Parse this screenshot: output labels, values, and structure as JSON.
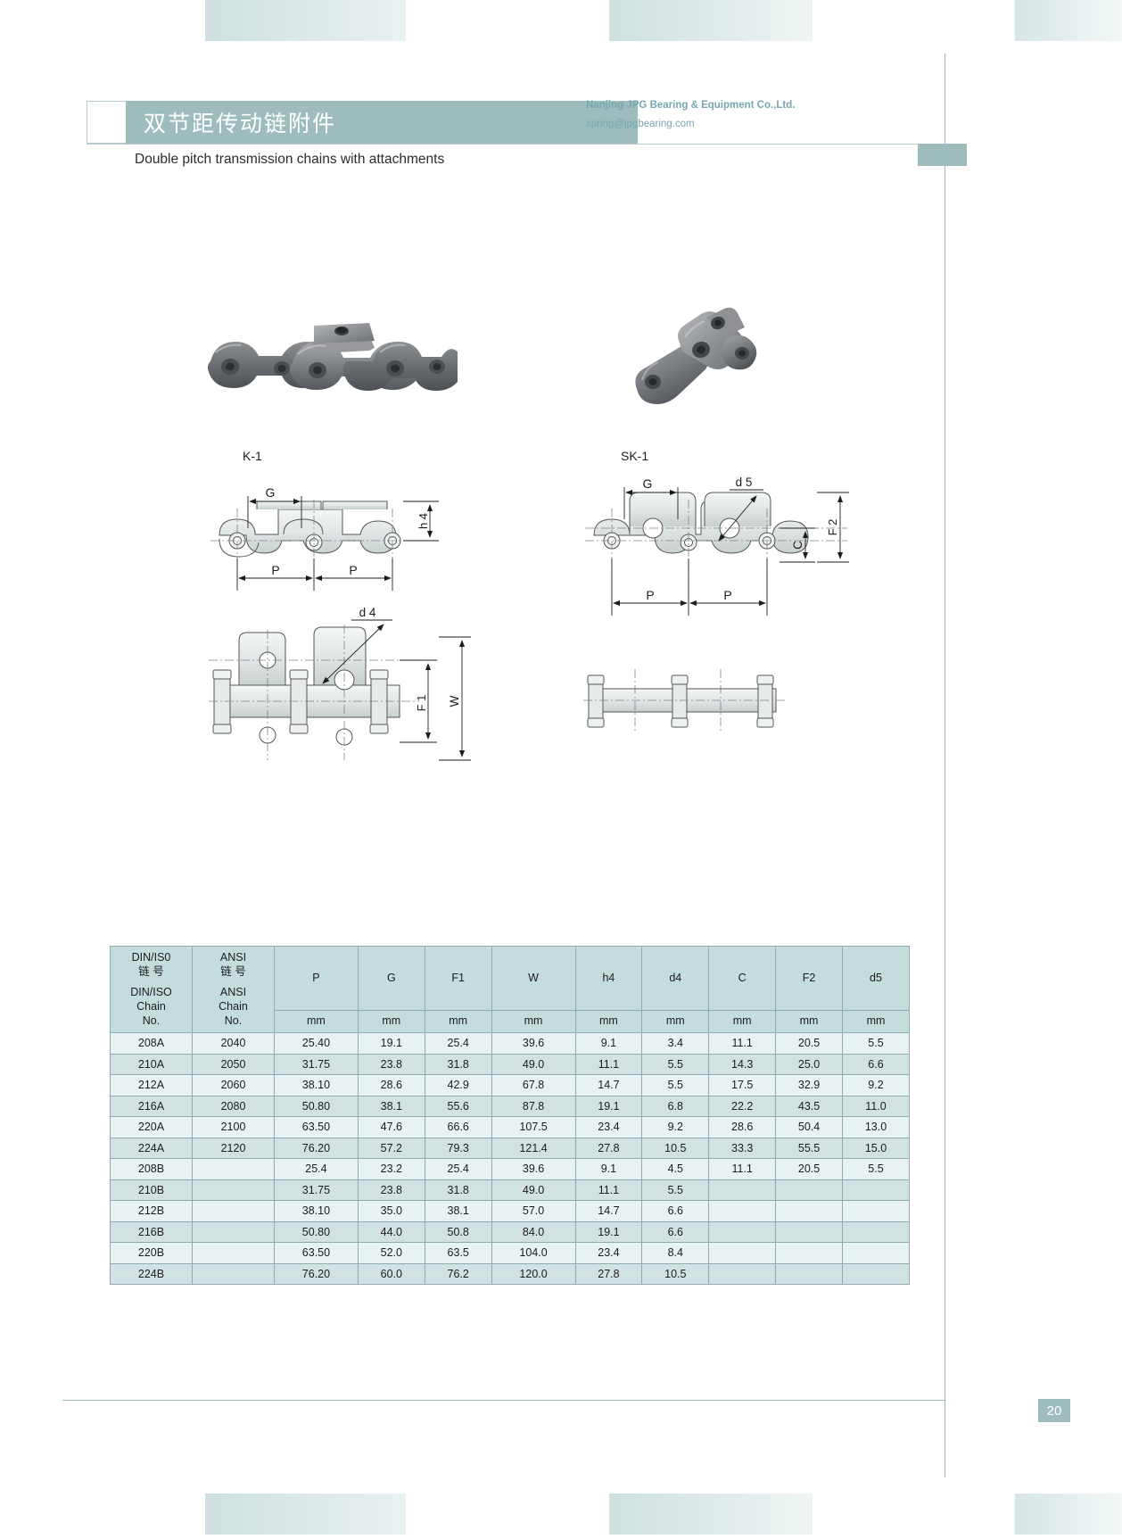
{
  "header": {
    "title_cn": "双节距传动链附件",
    "title_en": "Double pitch transmission chains with attachments",
    "company": "Nanjing JPG Bearing & Equipment Co.,Ltd.",
    "email": "spring@jpgbearing.com"
  },
  "figures": {
    "k1_label": "K-1",
    "sk1_label": "SK-1",
    "k1_dims": {
      "G": "G",
      "h4": "h 4",
      "P_left": "P",
      "P_right": "P",
      "d4": "d 4",
      "F1": "F 1",
      "W": "W"
    },
    "sk1_dims": {
      "G": "G",
      "d5": "d 5",
      "F2": "F 2",
      "C": "C",
      "P_left": "P",
      "P_right": "P"
    }
  },
  "table": {
    "header": {
      "col1_line1": "DIN/IS0",
      "col1_line2": "链 号",
      "col1_line3": "DIN/ISO",
      "col1_line4": "Chain",
      "col1_line5": "No.",
      "col2_line1": "ANSI",
      "col2_line2": "链 号",
      "col2_line3": "ANSI",
      "col2_line4": "Chain",
      "col2_line5": "No.",
      "symbols": [
        "P",
        "G",
        "F1",
        "W",
        "h4",
        "d4",
        "C",
        "F2",
        "d5"
      ],
      "unit": "mm"
    },
    "rows": [
      {
        "din": "208A",
        "ansi": "2040",
        "P": "25.40",
        "G": "19.1",
        "F1": "25.4",
        "W": "39.6",
        "h4": "9.1",
        "d4": "3.4",
        "C": "11.1",
        "F2": "20.5",
        "d5": "5.5"
      },
      {
        "din": "210A",
        "ansi": "2050",
        "P": "31.75",
        "G": "23.8",
        "F1": "31.8",
        "W": "49.0",
        "h4": "11.1",
        "d4": "5.5",
        "C": "14.3",
        "F2": "25.0",
        "d5": "6.6"
      },
      {
        "din": "212A",
        "ansi": "2060",
        "P": "38.10",
        "G": "28.6",
        "F1": "42.9",
        "W": "67.8",
        "h4": "14.7",
        "d4": "5.5",
        "C": "17.5",
        "F2": "32.9",
        "d5": "9.2"
      },
      {
        "din": "216A",
        "ansi": "2080",
        "P": "50.80",
        "G": "38.1",
        "F1": "55.6",
        "W": "87.8",
        "h4": "19.1",
        "d4": "6.8",
        "C": "22.2",
        "F2": "43.5",
        "d5": "11.0"
      },
      {
        "din": "220A",
        "ansi": "2100",
        "P": "63.50",
        "G": "47.6",
        "F1": "66.6",
        "W": "107.5",
        "h4": "23.4",
        "d4": "9.2",
        "C": "28.6",
        "F2": "50.4",
        "d5": "13.0"
      },
      {
        "din": "224A",
        "ansi": "2120",
        "P": "76.20",
        "G": "57.2",
        "F1": "79.3",
        "W": "121.4",
        "h4": "27.8",
        "d4": "10.5",
        "C": "33.3",
        "F2": "55.5",
        "d5": "15.0"
      },
      {
        "din": "208B",
        "ansi": "",
        "P": "25.4",
        "G": "23.2",
        "F1": "25.4",
        "W": "39.6",
        "h4": "9.1",
        "d4": "4.5",
        "C": "11.1",
        "F2": "20.5",
        "d5": "5.5"
      },
      {
        "din": "210B",
        "ansi": "",
        "P": "31.75",
        "G": "23.8",
        "F1": "31.8",
        "W": "49.0",
        "h4": "11.1",
        "d4": "5.5",
        "C": "",
        "F2": "",
        "d5": ""
      },
      {
        "din": "212B",
        "ansi": "",
        "P": "38.10",
        "G": "35.0",
        "F1": "38.1",
        "W": "57.0",
        "h4": "14.7",
        "d4": "6.6",
        "C": "",
        "F2": "",
        "d5": ""
      },
      {
        "din": "216B",
        "ansi": "",
        "P": "50.80",
        "G": "44.0",
        "F1": "50.8",
        "W": "84.0",
        "h4": "19.1",
        "d4": "6.6",
        "C": "",
        "F2": "",
        "d5": ""
      },
      {
        "din": "220B",
        "ansi": "",
        "P": "63.50",
        "G": "52.0",
        "F1": "63.5",
        "W": "104.0",
        "h4": "23.4",
        "d4": "8.4",
        "C": "",
        "F2": "",
        "d5": ""
      },
      {
        "din": "224B",
        "ansi": "",
        "P": "76.20",
        "G": "60.0",
        "F1": "76.2",
        "W": "120.0",
        "h4": "27.8",
        "d4": "10.5",
        "C": "",
        "F2": "",
        "d5": ""
      }
    ]
  },
  "footer": {
    "page_number": "20"
  },
  "colors": {
    "accent": "#9ebcbc",
    "table_header": "#c5dcdc",
    "row_odd": "#e9f2f2",
    "row_even": "#d2e2e2",
    "company_text": "#78a6b0",
    "line": "#8fabb0"
  }
}
